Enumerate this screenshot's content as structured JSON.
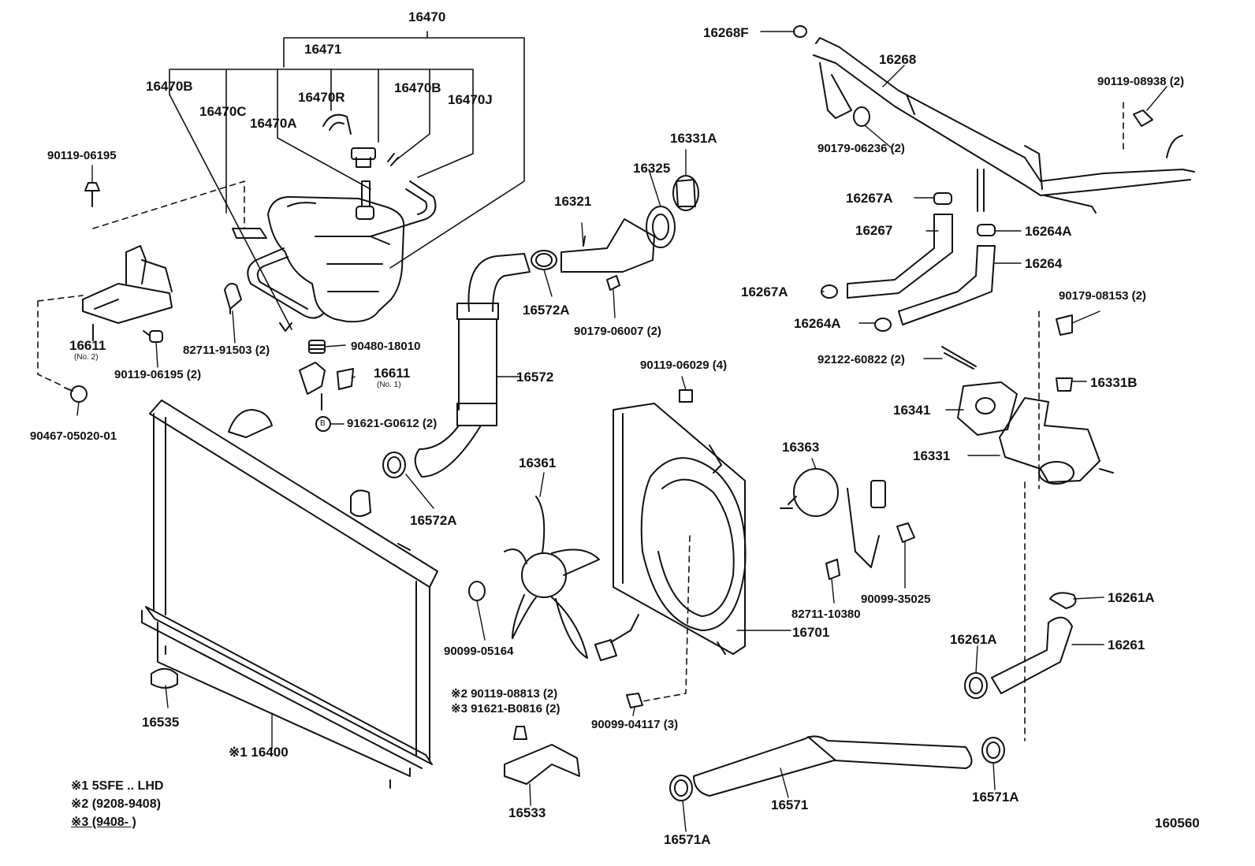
{
  "diagram": {
    "figure_number": "160560",
    "labels": {
      "p16470": "16470",
      "p16471": "16471",
      "p16470B_l": "16470B",
      "p16470R": "16470R",
      "p16470B_r": "16470B",
      "p16470J": "16470J",
      "p16470C": "16470C",
      "p16470A": "16470A",
      "p90119_06195": "90119-06195",
      "p16611_a": "16611",
      "p16611_a_note": "(No. 2)",
      "p90119_06195_2": "90119-06195 (2)",
      "p82711_91503": "82711-91503 (2)",
      "p90480_18010": "90480-18010",
      "p16611_b": "16611",
      "p16611_b_note": "(No. 1)",
      "p91621_G0612": "91621-G0612 (2)",
      "circle_b": "B",
      "p90467": "90467-05020-01",
      "p16321": "16321",
      "p16325": "16325",
      "p16331A": "16331A",
      "p16572A_top": "16572A",
      "p90179_06007": "90179-06007 (2)",
      "p16572": "16572",
      "p16572A_bot": "16572A",
      "p16268F": "16268F",
      "p16268": "16268",
      "p90179_06236": "90179-06236 (2)",
      "p90119_08938": "90119-08938 (2)",
      "p16267A_top": "16267A",
      "p16267": "16267",
      "p16264A_top": "16264A",
      "p16264": "16264",
      "p16267A_bot": "16267A",
      "p16264A_bot": "16264A",
      "p90179_08153": "90179-08153 (2)",
      "p92122_60822": "92122-60822 (2)",
      "p16331B": "16331B",
      "p16341": "16341",
      "p16331": "16331",
      "p90119_06029": "90119-06029 (4)",
      "p16361": "16361",
      "p16363": "16363",
      "p90099_05164": "90099-05164",
      "p82711_10380": "82711-10380",
      "p90099_35025": "90099-35025",
      "p16701": "16701",
      "p16261A_r": "16261A",
      "p16261A_l": "16261A",
      "p16261": "16261",
      "p16535": "16535",
      "p16400": "※1 16400",
      "p_n2_90119_08813": "※2  90119-08813 (2)",
      "p_n3_91621_B0816": "※3  91621-B0816 (2)",
      "p90099_04117": "90099-04117 (3)",
      "p16533": "16533",
      "p16571": "16571",
      "p16571A_r": "16571A",
      "p16571A_l": "16571A"
    },
    "notes": {
      "n1": "※1  5SFE .. LHD",
      "n2": "※2  (9208-9408)",
      "n3": "※3  (9408-       )"
    }
  }
}
